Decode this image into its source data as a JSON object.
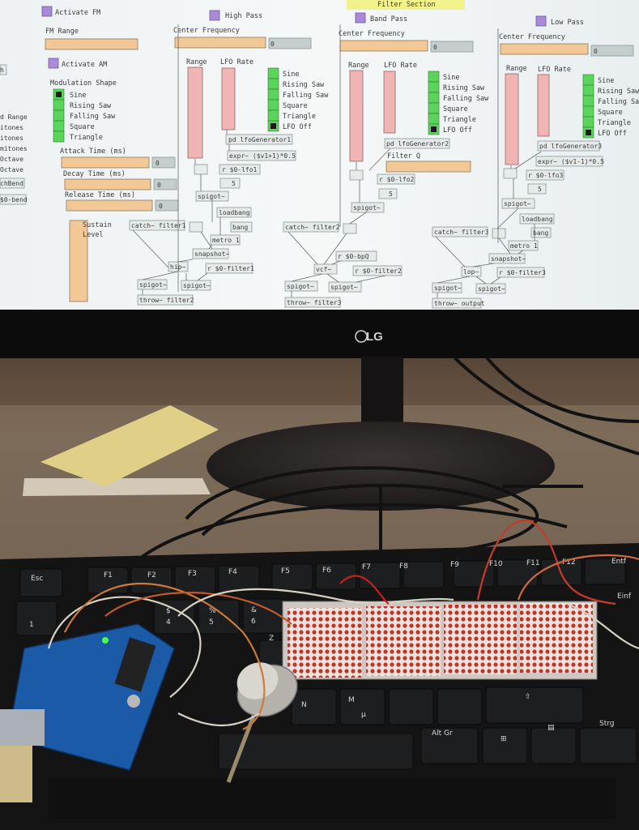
{
  "screen": {
    "top_labels": [
      "Filter Section"
    ],
    "fm": {
      "activate_fm": "Activate FM",
      "fm_range": "FM Range",
      "activate_am": "Activate AM",
      "modulation_shape": "Modulation Shape",
      "shapes": [
        "Sine",
        "Rising Saw",
        "Falling Saw",
        "Square",
        "Triangle"
      ],
      "attack": "Attack Time (ms)",
      "decay": "Decay Time (ms)",
      "release": "Release Time (ms)",
      "sustain1": "Sustain",
      "sustain2": "Level",
      "zero": "0"
    },
    "left_cut": [
      "h",
      "d Range",
      "itones",
      "itones",
      "mitones",
      "Octave",
      "Octave",
      "chBend",
      "$0-bend"
    ],
    "hp": {
      "title": "High Pass",
      "cf": "Center Frequency",
      "range": "Range",
      "lfo": "LFO Rate",
      "zero": "0",
      "shapes": [
        "Sine",
        "Rising Saw",
        "Falling Saw",
        "Square",
        "Triangle",
        "LFO Off"
      ],
      "gen": "pd lfoGenerator1",
      "expr": "expr~ ($v1+1)*0.5",
      "lfo_r": "r $0-lfo1",
      "five": "5",
      "spigot": "spigot~",
      "catch": "catch~ filter1",
      "hip": "hip~",
      "snap": "snapshot~",
      "loadbang": "loadbang",
      "bang": "bang",
      "metro": "metro 1",
      "rfilt": "r $0-filter1",
      "spig1": "spigot~",
      "spig2": "spigot~",
      "throw": "throw~ filter2"
    },
    "bp": {
      "title": "Band Pass",
      "cf": "Center Frequency",
      "range": "Range",
      "lfo": "LFO Rate",
      "zero": "0",
      "filterq": "Filter Q",
      "shapes": [
        "Sine",
        "Rising Saw",
        "Falling Saw",
        "Square",
        "Triangle",
        "LFO Off"
      ],
      "gen": "pd lfoGenerator2",
      "lfo_r": "r $0-lfo2",
      "five": "5",
      "spigot": "spigot~",
      "catch": "catch~ filter2",
      "vcf": "vcf~",
      "rbpq": "r $0-bpQ",
      "rfilt": "r $0-filter2",
      "spig1": "spigot~",
      "spig2": "spigot~",
      "throw": "throw~ filter3"
    },
    "lp": {
      "title": "Low Pass",
      "cf": "Center Frequency",
      "range": "Range",
      "lfo": "LFO Rate",
      "zero": "0",
      "shapes": [
        "Sine",
        "Rising Saw",
        "Falling Saw",
        "Square",
        "Triangle",
        "LFO Off"
      ],
      "gen": "pd lfoGenerator3",
      "expr": "expr~ ($v1-1)*0.5",
      "lfo_r": "r $0-lfo3",
      "five": "5",
      "spigot": "spigot~",
      "catch": "catch~ filter3",
      "lop": "lop~",
      "snap": "snapshot~",
      "loadbang": "loadbang",
      "bang": "bang",
      "metro": "metro 1",
      "rfilt": "r $0-filter3",
      "spig1": "spigot~",
      "spig2": "spigot~",
      "throw": "throw~ output"
    }
  },
  "monitor_brand": "LG",
  "keys": {
    "esc": "Esc",
    "f1": "F1",
    "f2": "F2",
    "f3": "F3",
    "f4": "F4",
    "f5": "F5",
    "f6": "F6",
    "f7": "F7",
    "f8": "F8",
    "f9": "F9",
    "f10": "F10",
    "f11": "F11",
    "f12": "F12",
    "k1": "1",
    "k4": "4",
    "k5": "5",
    "k6": "6",
    "dollar": "$",
    "pct": "%",
    "amp": "&",
    "z": "Z",
    "n": "N",
    "m": "M",
    "mu": "µ",
    "altgr": "Alt Gr",
    "strg": "Strg",
    "entf": "Entf",
    "einf": "Einf"
  },
  "colors": {
    "screen_bg": "#f4f6f6",
    "hslider": "#f1c896",
    "vslider": "#f2b5b5",
    "radio": "#5bd45b",
    "toggle": "#a88ad8",
    "led": "#c83226"
  }
}
